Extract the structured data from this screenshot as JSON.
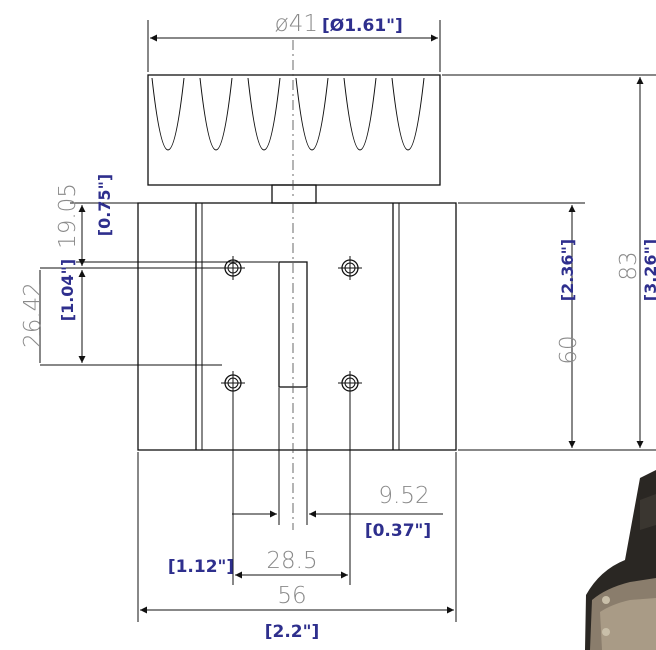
{
  "dimensions": {
    "diameter": {
      "mm": "ø41",
      "inch": "[Ø1.61\"]"
    },
    "hole_vertical": {
      "mm": "19.05",
      "inch": "[0.75\"]"
    },
    "hole_pitch_vertical": {
      "mm": "26.42",
      "inch": "[1.04\"]"
    },
    "body_height": {
      "mm": "60",
      "inch": "[2.36\"]"
    },
    "overall_height": {
      "mm": "83",
      "inch": "[3.26\"]"
    },
    "offset": {
      "mm": "9.52",
      "inch": "[0.37\"]"
    },
    "hole_pitch_horizontal": {
      "mm": "28.5",
      "inch": "[1.12\"]"
    },
    "body_width": {
      "mm": "56",
      "inch": "[2.2\"]"
    }
  },
  "colors": {
    "mm_text": "#8a8a8a",
    "inch_text": "#2e2f8d",
    "line": "#111111"
  }
}
